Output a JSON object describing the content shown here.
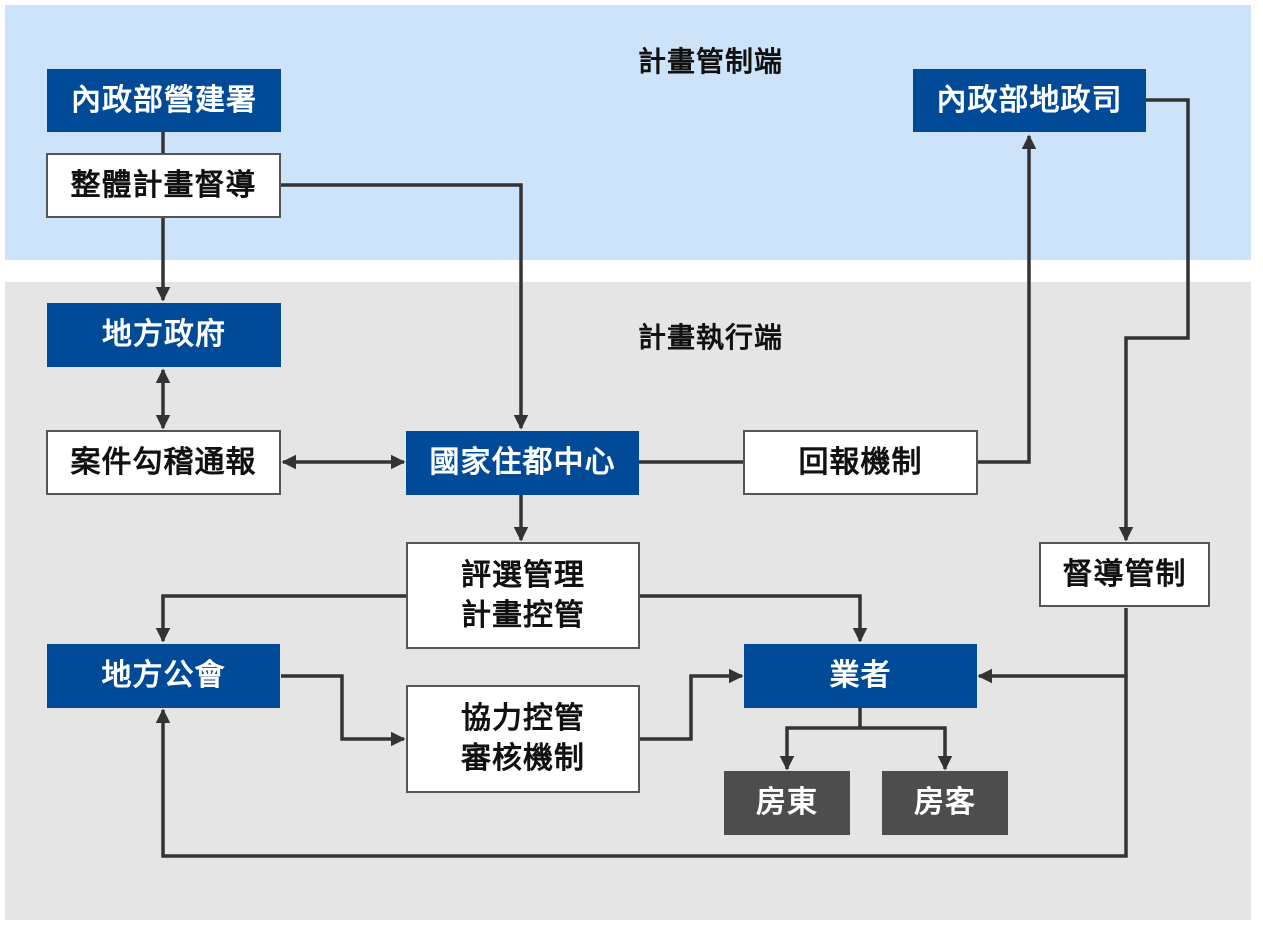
{
  "zones": {
    "control": {
      "title": "計畫管制端",
      "color": "#cce3fa"
    },
    "execution": {
      "title": "計畫執行端",
      "color": "#e5e5e5"
    }
  },
  "colors": {
    "primary_node": "#004a98",
    "secondary_node": "#ffffff",
    "leaf_node": "#4d4d4d",
    "edge": "#333333"
  },
  "nodes": {
    "cpami": {
      "label": "內政部營建署",
      "style": "primary"
    },
    "supervision": {
      "label": "整體計畫督導",
      "style": "secondary"
    },
    "land_dept": {
      "label": "內政部地政司",
      "style": "primary"
    },
    "local_gov": {
      "label": "地方政府",
      "style": "primary"
    },
    "case_report": {
      "label": "案件勾稽通報",
      "style": "secondary"
    },
    "nhurc": {
      "label": "國家住都中心",
      "style": "primary"
    },
    "feedback": {
      "label": "回報機制",
      "style": "secondary"
    },
    "selection": {
      "label": "評選管理\n計畫控管",
      "style": "secondary"
    },
    "oversight": {
      "label": "督導管制",
      "style": "secondary"
    },
    "local_assoc": {
      "label": "地方公會",
      "style": "primary"
    },
    "business": {
      "label": "業者",
      "style": "primary"
    },
    "review": {
      "label": "協力控管\n審核機制",
      "style": "secondary"
    },
    "landlord": {
      "label": "房東",
      "style": "leaf"
    },
    "tenant": {
      "label": "房客",
      "style": "leaf"
    }
  },
  "edges": [
    {
      "from": "cpami",
      "to": "supervision",
      "arrow": "none"
    },
    {
      "from": "supervision",
      "to": "local_gov",
      "arrow": "end"
    },
    {
      "from": "supervision",
      "to": "nhurc",
      "arrow": "end"
    },
    {
      "from": "local_gov",
      "to": "case_report",
      "arrow": "both"
    },
    {
      "from": "case_report",
      "to": "nhurc",
      "arrow": "both"
    },
    {
      "from": "nhurc",
      "to": "feedback",
      "arrow": "none"
    },
    {
      "from": "feedback",
      "to": "land_dept",
      "arrow": "end"
    },
    {
      "from": "land_dept",
      "to": "oversight",
      "arrow": "end"
    },
    {
      "from": "nhurc",
      "to": "selection",
      "arrow": "end"
    },
    {
      "from": "selection",
      "to": "local_assoc",
      "arrow": "end"
    },
    {
      "from": "selection",
      "to": "business",
      "arrow": "end"
    },
    {
      "from": "local_assoc",
      "to": "review",
      "arrow": "end"
    },
    {
      "from": "review",
      "to": "business",
      "arrow": "end"
    },
    {
      "from": "oversight",
      "to": "business",
      "arrow": "end"
    },
    {
      "from": "oversight",
      "to": "local_assoc",
      "arrow": "end"
    },
    {
      "from": "business",
      "to": "landlord",
      "arrow": "end"
    },
    {
      "from": "business",
      "to": "tenant",
      "arrow": "end"
    }
  ]
}
